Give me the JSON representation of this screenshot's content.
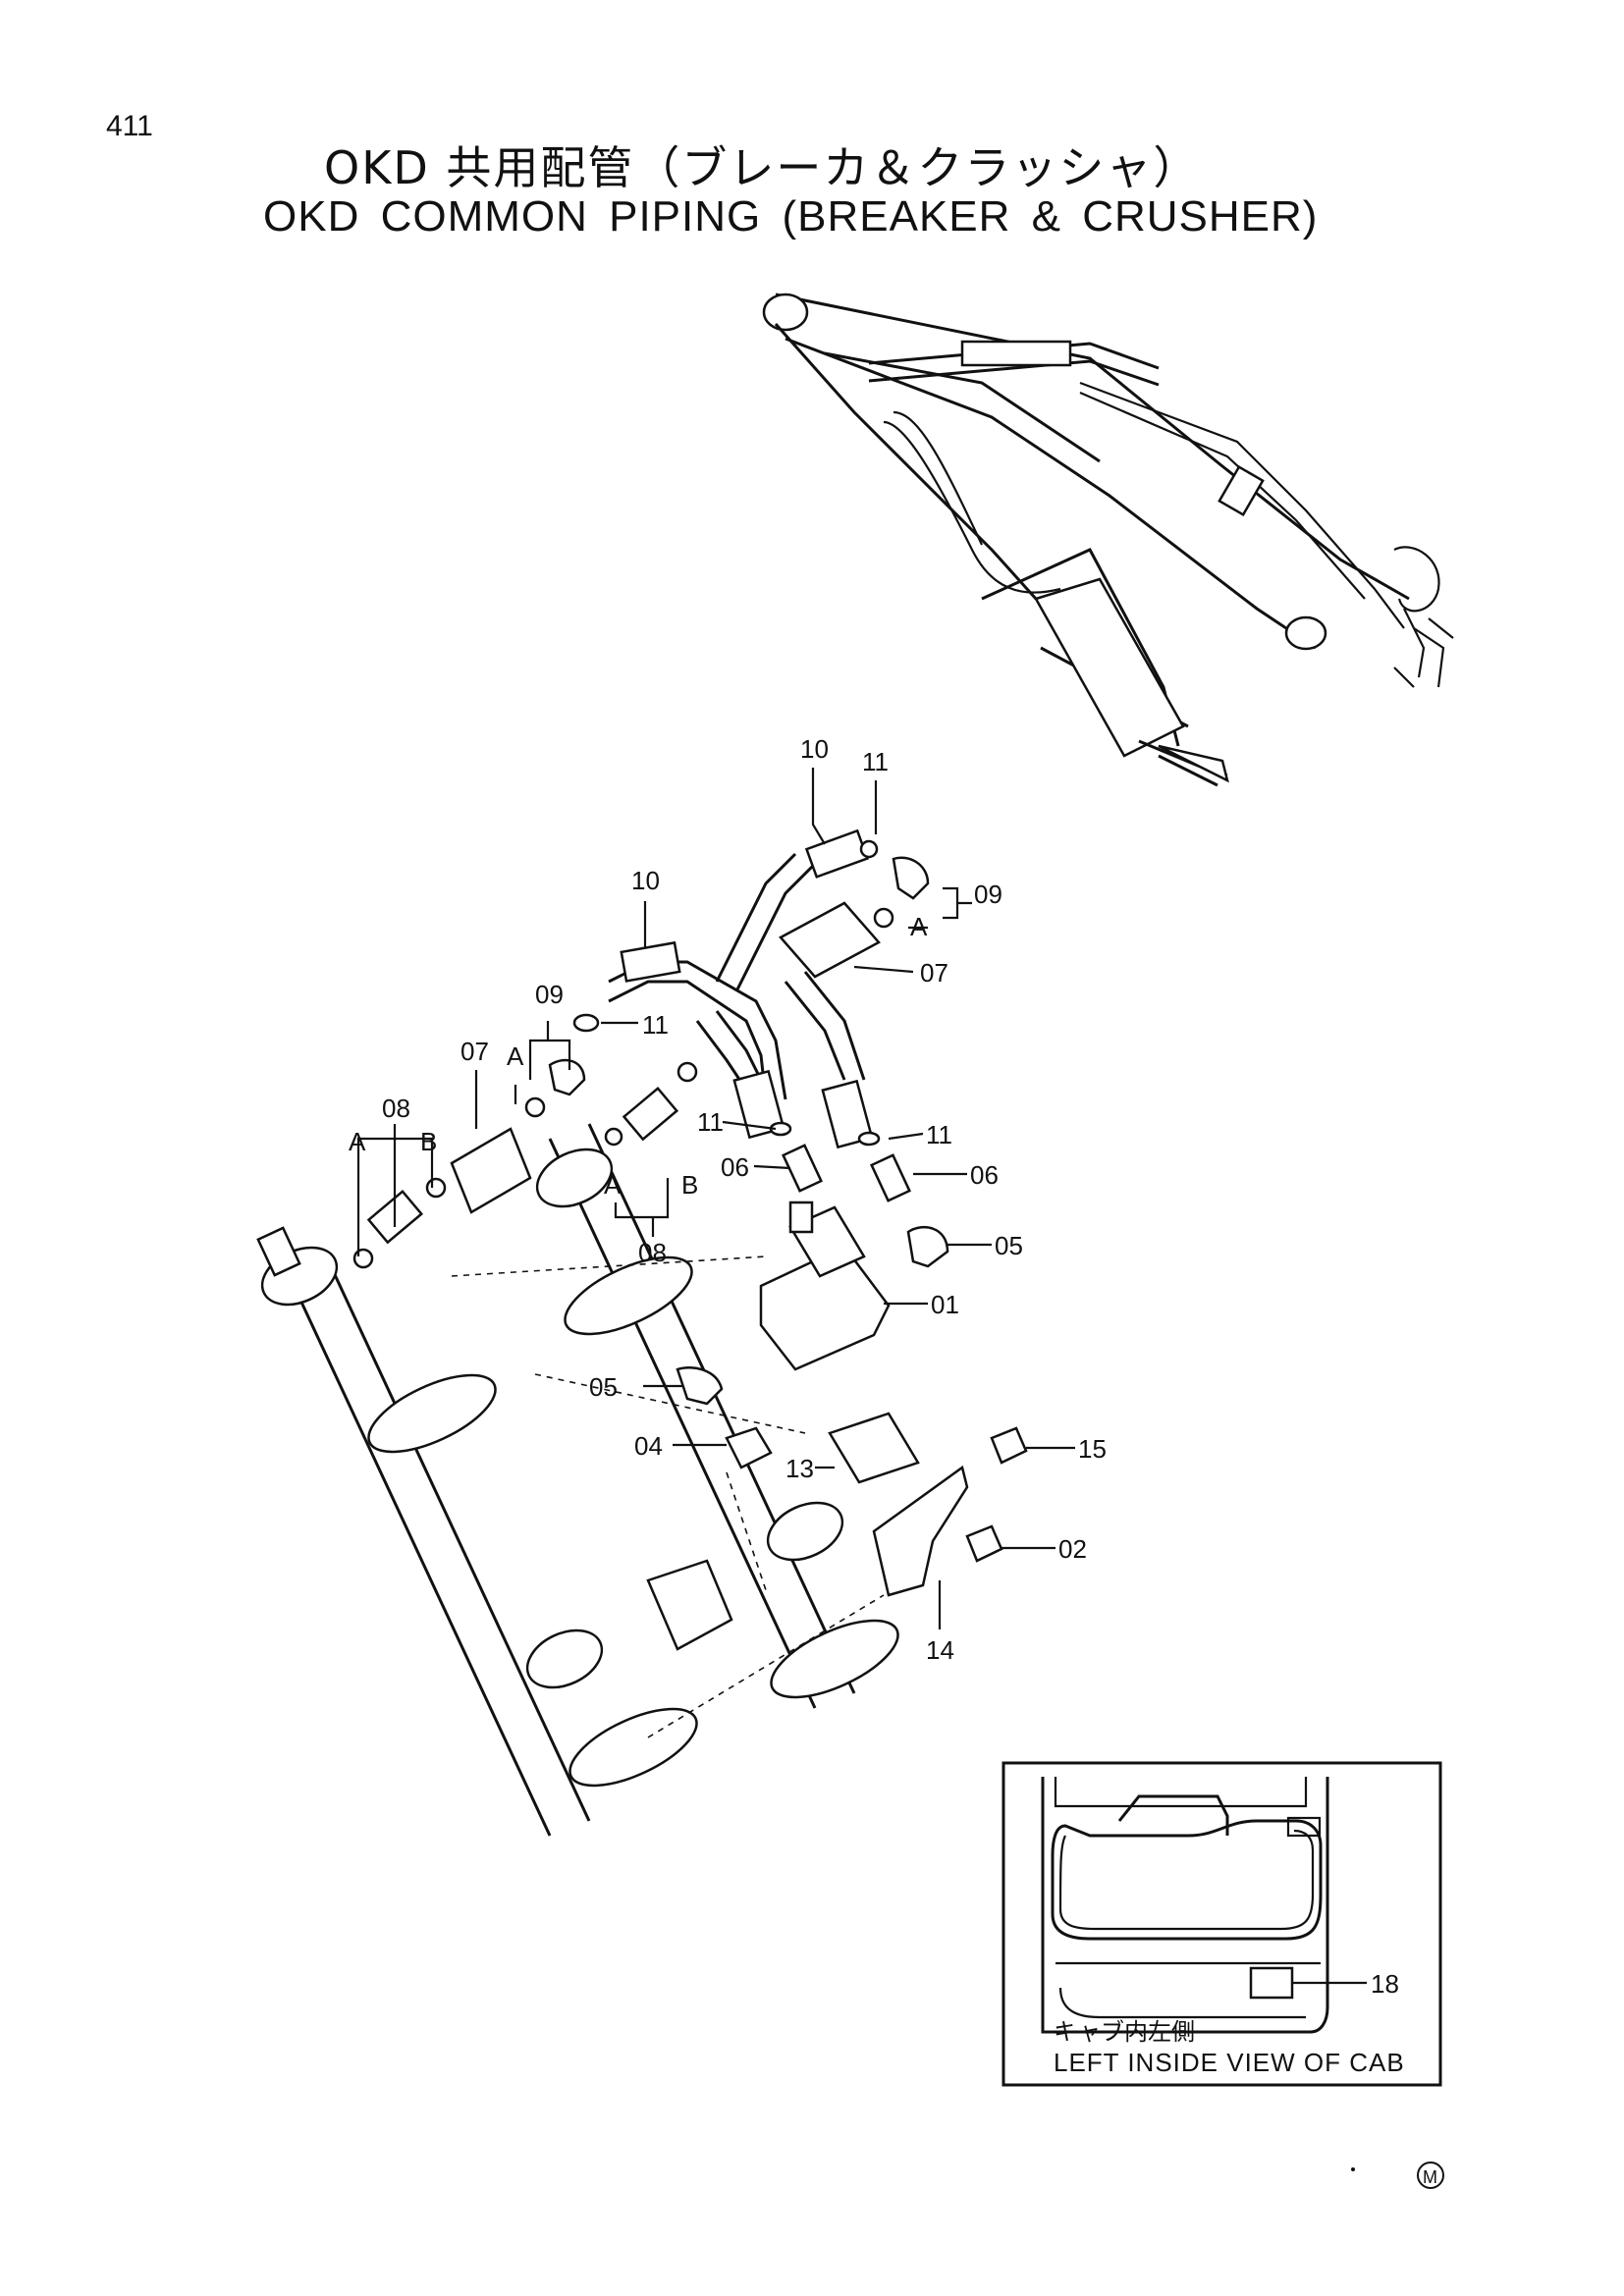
{
  "page": {
    "number": "411"
  },
  "title": {
    "jp": "OKD 共用配管（ブレーカ＆クラッシャ）",
    "en": "OKD COMMON PIPING (BREAKER & CRUSHER)"
  },
  "callouts": [
    {
      "id": "c10a",
      "text": "10"
    },
    {
      "id": "c11a",
      "text": "11"
    },
    {
      "id": "c10b",
      "text": "10"
    },
    {
      "id": "c09a",
      "text": "09"
    },
    {
      "id": "cAa",
      "text": "A"
    },
    {
      "id": "c07a",
      "text": "07"
    },
    {
      "id": "c09b",
      "text": "09"
    },
    {
      "id": "c11b",
      "text": "11"
    },
    {
      "id": "cAb",
      "text": "A"
    },
    {
      "id": "c07b",
      "text": "07"
    },
    {
      "id": "c08a",
      "text": "08"
    },
    {
      "id": "cAc",
      "text": "A"
    },
    {
      "id": "cBa",
      "text": "B"
    },
    {
      "id": "c11c",
      "text": "11"
    },
    {
      "id": "c06a",
      "text": "06"
    },
    {
      "id": "c11d",
      "text": "11"
    },
    {
      "id": "c06b",
      "text": "06"
    },
    {
      "id": "cAd",
      "text": "A"
    },
    {
      "id": "cBb",
      "text": "B"
    },
    {
      "id": "c08b",
      "text": "08"
    },
    {
      "id": "c05a",
      "text": "05"
    },
    {
      "id": "c01",
      "text": "01"
    },
    {
      "id": "c05b",
      "text": "05"
    },
    {
      "id": "c04",
      "text": "04"
    },
    {
      "id": "c13",
      "text": "13"
    },
    {
      "id": "c15",
      "text": "15"
    },
    {
      "id": "c02",
      "text": "02"
    },
    {
      "id": "c14",
      "text": "14"
    },
    {
      "id": "c18",
      "text": "18"
    }
  ],
  "inset": {
    "caption_jp": "キャブ内左側",
    "caption_en": "LEFT INSIDE VIEW OF CAB"
  },
  "mark": "M"
}
